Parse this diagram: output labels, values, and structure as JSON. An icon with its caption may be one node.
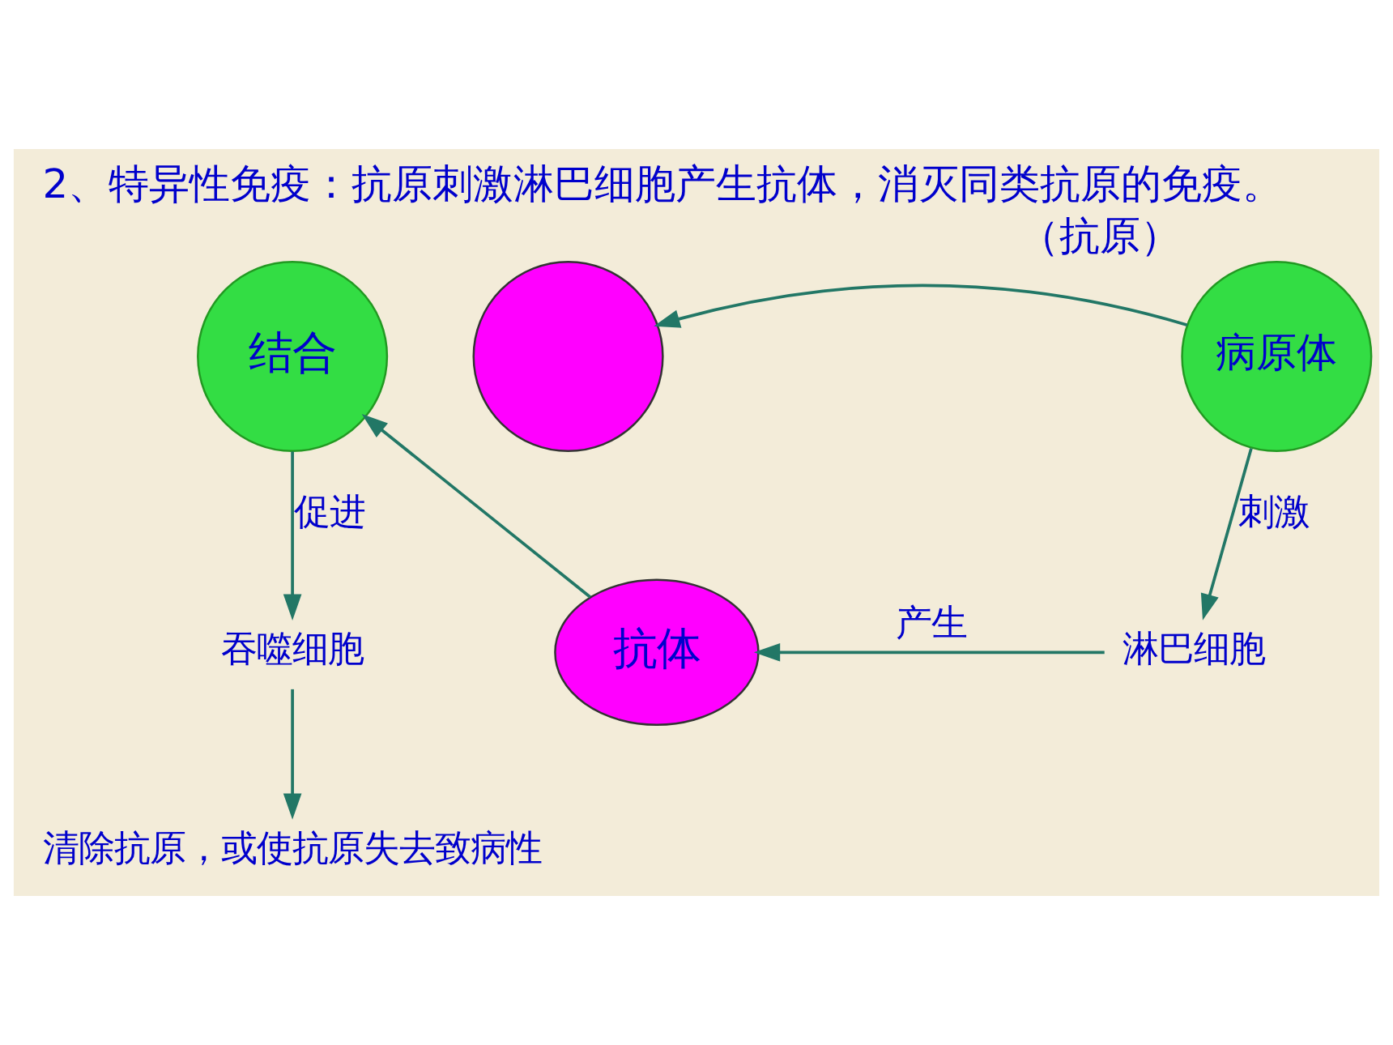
{
  "diagram": {
    "title": "2、特异性免疫：抗原刺激淋巴细胞产生抗体，消灭同类抗原的免疫。",
    "nodes": [
      {
        "text": [
          "结合"
        ]
      },
      {
        "text": [],
        "shape": "circle"
      },
      {
        "text": [
          "病原体"
        ],
        "beside": [
          "（抗原）"
        ]
      },
      {
        "text": [
          "淋巴细胞"
        ]
      },
      {
        "text": [
          "抗体"
        ]
      },
      {
        "text": [
          "吞噬细胞"
        ]
      },
      {
        "text": [
          "清除抗原，或使抗原失去致病性"
        ]
      }
    ],
    "edges": [
      {
        "from": 2,
        "to": 1,
        "arrow": "to"
      },
      {
        "from": 2,
        "to": 3,
        "arrow": "to",
        "label": "刺激"
      },
      {
        "from": 3,
        "to": 4,
        "arrow": "to",
        "label": "产生"
      },
      {
        "from": 4,
        "to": 0,
        "arrow": "to"
      },
      {
        "from": 0,
        "to": 5,
        "arrow": "to",
        "label": "促进"
      },
      {
        "from": 5,
        "to": 6,
        "arrow": "to"
      }
    ]
  }
}
